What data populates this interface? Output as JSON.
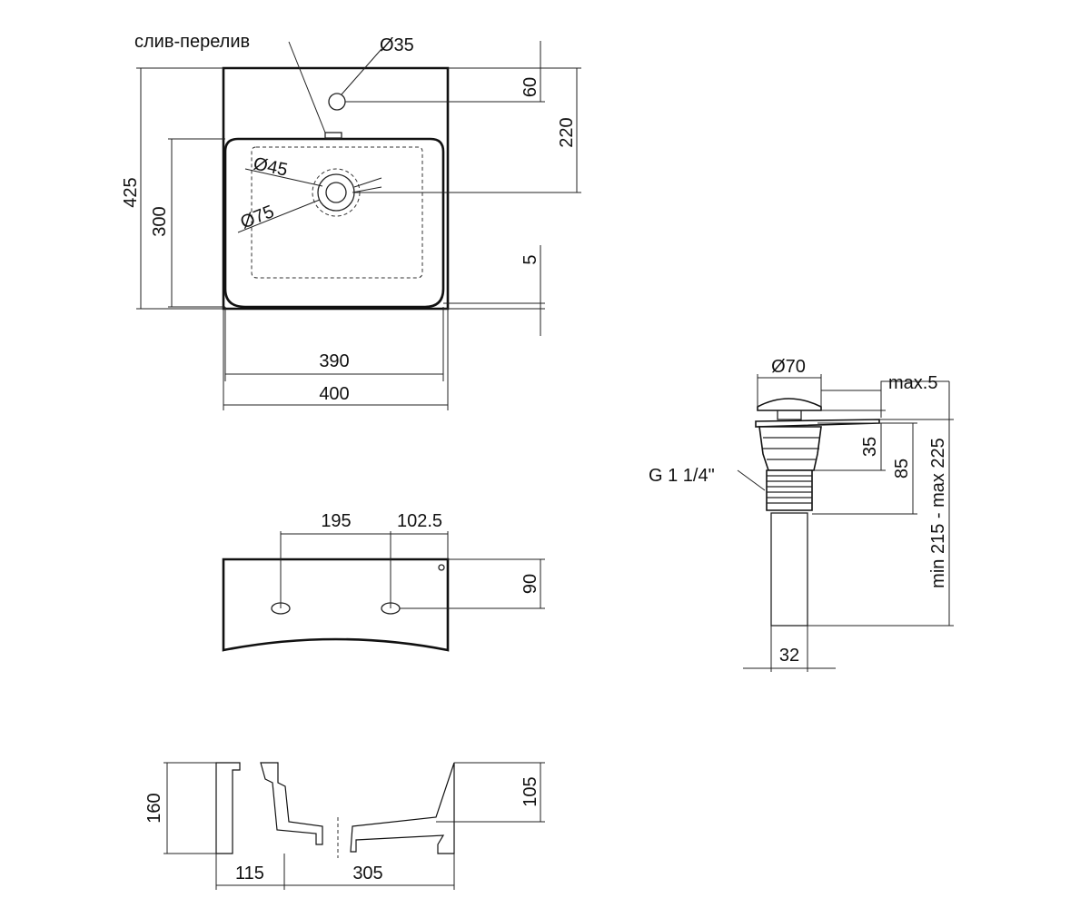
{
  "top_view": {
    "overflow_label": "слив-перелив",
    "tap_hole_dia": "Ø35",
    "drain_dia_inner": "Ø45",
    "drain_dia_outer": "Ø75",
    "dim_total_depth": "425",
    "dim_bowl_depth": "300",
    "dim_tap_offset": "60",
    "dim_drain_offset": "220",
    "dim_rim": "5",
    "dim_inner_width": "390",
    "dim_outer_width": "400"
  },
  "front_view": {
    "dim_hole_spacing": "195",
    "dim_hole_edge": "102.5",
    "dim_hole_height": "90"
  },
  "section_view": {
    "dim_height": "160",
    "dim_bowl_height": "105",
    "dim_wall": "115",
    "dim_bowl_width": "305"
  },
  "drain_view": {
    "dim_cap_dia": "Ø70",
    "dim_max_gap": "max.5",
    "thread_label": "G 1 1/4\"",
    "dim_35": "35",
    "dim_85": "85",
    "dim_length": "min 215 - max 225",
    "dim_pipe_dia": "32"
  }
}
